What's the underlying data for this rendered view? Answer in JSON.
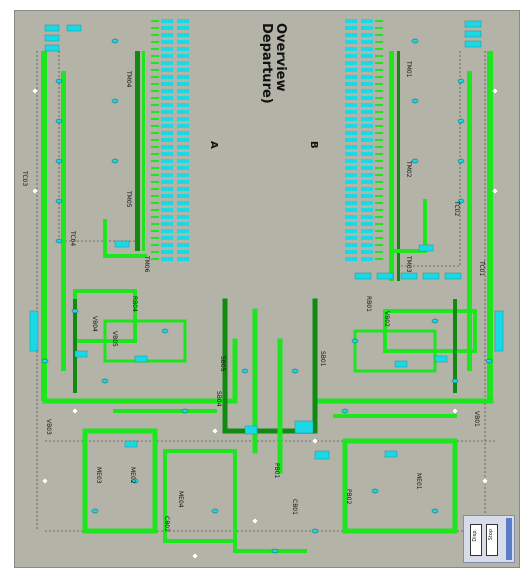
{
  "header": {
    "title_line1": "Overview",
    "title_line2": "Departure)"
  },
  "zones": {
    "a": "A",
    "b": "B"
  },
  "labels": {
    "tm01": "TM01",
    "tm02": "TM02",
    "tm03": "TM03",
    "tm04": "TM04",
    "tm05": "TM05",
    "tm06": "TM06",
    "tc01": "TC01",
    "tc02": "TC02",
    "tc03": "TC03",
    "tc04": "TC04",
    "sb01": "SB01",
    "sb05": "SB05",
    "sb04": "SB04",
    "rb01": "RB01",
    "rb04": "RB04",
    "vb01": "VB01",
    "vb02": "VB02",
    "vb03": "VB03",
    "vb04": "VB04",
    "vb05": "VB05",
    "me01": "ME01",
    "me02": "ME02",
    "me03": "ME03",
    "me04": "ME04",
    "pb01": "PB01",
    "pb02": "PB02",
    "cb01": "CB01",
    "cb02": "CB02"
  },
  "legend": {
    "btn1": "Disp.",
    "btn2": "Stop"
  },
  "colors": {
    "belt": "#1ee61e",
    "belt_dark": "#128a12",
    "device": "#19d9e6",
    "background": "#b3b3a8"
  }
}
